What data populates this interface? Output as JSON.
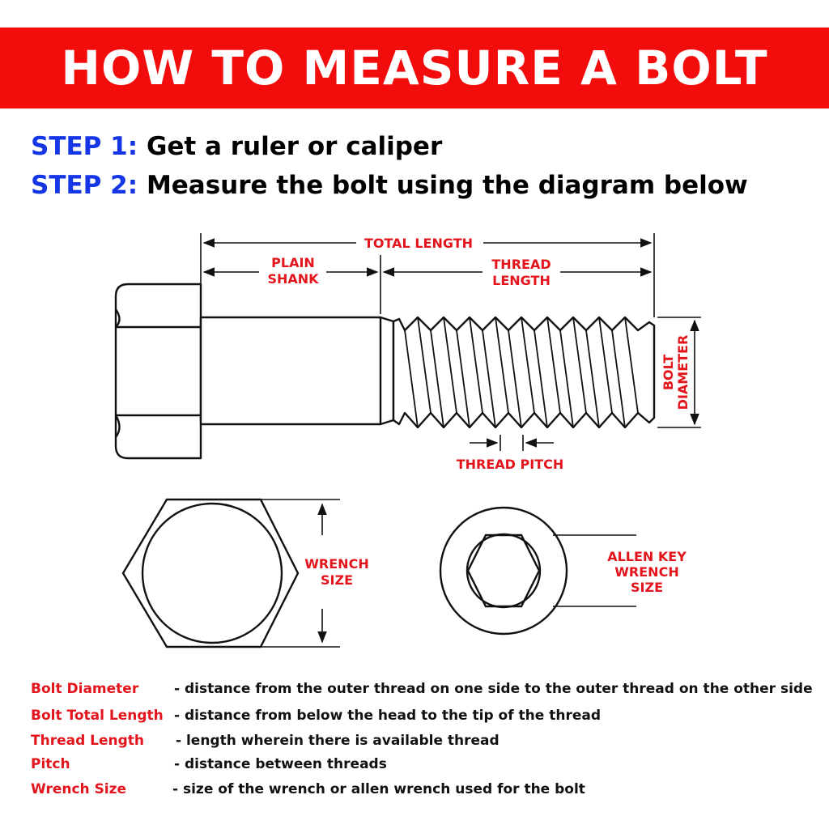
{
  "header": {
    "title": "HOW TO MEASURE A BOLT"
  },
  "steps": [
    {
      "label": "STEP 1:",
      "text": "Get a ruler or caliper"
    },
    {
      "label": "STEP 2:",
      "text": "Measure the bolt using the diagram below"
    }
  ],
  "diagram_labels": {
    "total_length": "TOTAL LENGTH",
    "plain_shank_1": "PLAIN",
    "plain_shank_2": "SHANK",
    "thread_length_1": "THREAD",
    "thread_length_2": "LENGTH",
    "bolt_diameter_1": "BOLT",
    "bolt_diameter_2": "DIAMETER",
    "thread_pitch": "THREAD PITCH",
    "wrench_size_1": "WRENCH",
    "wrench_size_2": "SIZE",
    "allen_key_1": "ALLEN KEY",
    "allen_key_2": "WRENCH",
    "allen_key_3": "SIZE"
  },
  "glossary": [
    {
      "term": "Bolt Diameter",
      "definition": "-  distance from the outer thread on one side to the outer thread on the other side"
    },
    {
      "term": "Bolt Total Length",
      "definition": "-  distance from below the head to the tip of the thread"
    },
    {
      "term": "Thread Length",
      "definition": "-  length wherein there is available thread"
    },
    {
      "term": "Pitch",
      "definition": "-  distance between threads"
    },
    {
      "term": "Wrench Size",
      "definition": "-  size of the wrench or allen wrench used for the bolt"
    }
  ],
  "colors": {
    "banner": "#f20c0c",
    "step_label": "#1536e6",
    "annotation": "#e3141b",
    "line": "#111111"
  }
}
